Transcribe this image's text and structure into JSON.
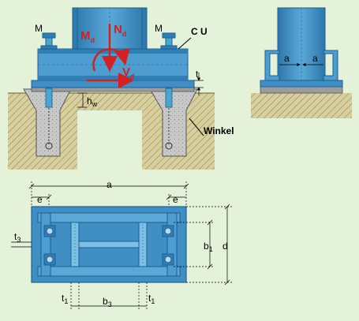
{
  "labels": {
    "M_left": "M",
    "M_right": "M",
    "CU": "C U",
    "t": "t",
    "hw": "h",
    "hw_sub": "w",
    "winkel": "Winkel",
    "Md": "M",
    "Md_sub": "d",
    "Nd": "N",
    "Nd_sub": "d",
    "Vd": "V",
    "Vd_sub": "d",
    "a_left": "a",
    "a_right": "a",
    "dim_a": "a",
    "dim_e_left": "e",
    "dim_e_right": "e",
    "dim_t3": "t",
    "dim_t3_sub": "3",
    "dim_b1": "b",
    "dim_b1_sub": "1",
    "dim_d": "d",
    "dim_t1_left": "t",
    "dim_t1_left_sub": "1",
    "dim_b3": "b",
    "dim_b3_sub": "3",
    "dim_t1_right": "t",
    "dim_t1_right_sub": "1"
  },
  "colors": {
    "background": "#e3f2d9",
    "steel": "#3f8fc4",
    "steel_dark": "#1f5f8f",
    "steel_light": "#7cc0e8",
    "concrete": "#c8c8c8",
    "soil": "#d8cf9e",
    "force": "#d42020"
  }
}
